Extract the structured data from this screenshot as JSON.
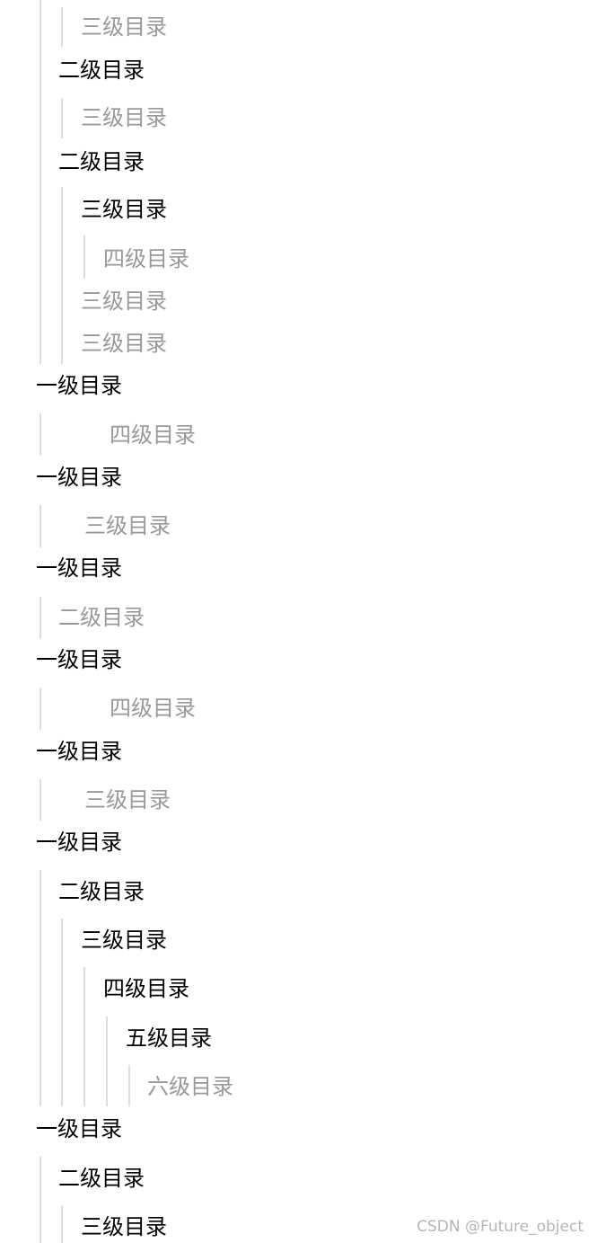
{
  "toc": {
    "items": [
      {
        "text": "三级目录",
        "level": 3,
        "muted": true
      },
      {
        "text": "二级目录",
        "level": 2,
        "muted": false
      },
      {
        "text": "三级目录",
        "level": 3,
        "muted": true
      },
      {
        "text": "二级目录",
        "level": 2,
        "muted": false
      },
      {
        "text": "三级目录",
        "level": 3,
        "muted": false
      },
      {
        "text": "四级目录",
        "level": 4,
        "muted": true
      },
      {
        "text": "三级目录",
        "level": 3,
        "muted": true
      },
      {
        "text": "三级目录",
        "level": 3,
        "muted": true
      },
      {
        "text": "一级目录",
        "level": 1,
        "muted": false
      },
      {
        "text": "四级目录",
        "level": 4,
        "muted": true
      },
      {
        "text": "一级目录",
        "level": 1,
        "muted": false
      },
      {
        "text": "三级目录",
        "level": 3,
        "muted": true
      },
      {
        "text": "一级目录",
        "level": 1,
        "muted": false
      },
      {
        "text": "二级目录",
        "level": 2,
        "muted": true
      },
      {
        "text": "一级目录",
        "level": 1,
        "muted": false
      },
      {
        "text": "四级目录",
        "level": 4,
        "muted": true
      },
      {
        "text": "一级目录",
        "level": 1,
        "muted": false
      },
      {
        "text": "三级目录",
        "level": 3,
        "muted": true
      },
      {
        "text": "一级目录",
        "level": 1,
        "muted": false
      },
      {
        "text": "二级目录",
        "level": 2,
        "muted": false
      },
      {
        "text": "三级目录",
        "level": 3,
        "muted": false
      },
      {
        "text": "四级目录",
        "level": 4,
        "muted": false
      },
      {
        "text": "五级目录",
        "level": 5,
        "muted": false
      },
      {
        "text": "六级目录",
        "level": 6,
        "muted": true
      },
      {
        "text": "一级目录",
        "level": 1,
        "muted": false
      },
      {
        "text": "二级目录",
        "level": 2,
        "muted": false
      },
      {
        "text": "三级目录",
        "level": 3,
        "muted": false
      }
    ]
  },
  "watermark": "CSDN @Future_object"
}
